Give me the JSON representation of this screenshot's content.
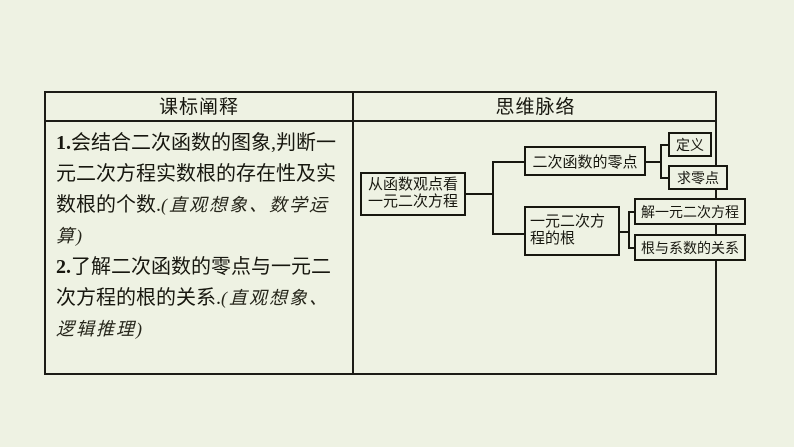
{
  "page": {
    "background_color": "#eef2e3",
    "ink_color": "#17170f"
  },
  "table": {
    "headers": {
      "left": "课标阐释",
      "right": "思维脉络"
    },
    "left_column": {
      "items": [
        {
          "index": "1.",
          "main": "会结合二次函数的图象,判断一元二次方程实数根的存在性及实数根的个数.",
          "note": "(直观想象、数学运算)"
        },
        {
          "index": "2.",
          "main": "了解二次函数的零点与一元二次方程的根的关系.",
          "note": "(直观想象、逻辑推理)"
        }
      ]
    }
  },
  "mindmap": {
    "root": {
      "line1": "从函数观点看",
      "line2": "一元二次方程"
    },
    "branches": [
      {
        "label": "二次函数的零点",
        "children": [
          "定义",
          "求零点"
        ]
      },
      {
        "line1": "一元二次方",
        "line2": "程的根",
        "children": [
          "解一元二次方程",
          "根与系数的关系"
        ]
      }
    ]
  }
}
